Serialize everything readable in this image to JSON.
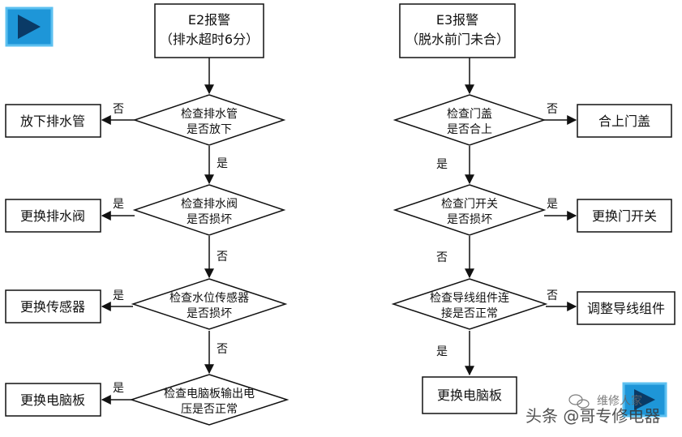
{
  "left": {
    "header": [
      "E2报警",
      "（排水超时6分）"
    ],
    "d1": [
      "检查排水管",
      "是否放下"
    ],
    "d2": [
      "检查排水阀",
      "是否损坏"
    ],
    "d3": [
      "检查水位传感器",
      "是否损坏"
    ],
    "d4": [
      "检查电脑板输出电",
      "压是否正常"
    ],
    "r1": "放下排水管",
    "r2": "更换排水阀",
    "r3": "更换传感器",
    "r4": "更换电脑板",
    "l_no1": "否",
    "l_yes1": "是",
    "l_yes2": "是",
    "l_no2": "否",
    "l_yes3": "是",
    "l_no3": "否",
    "l_yes4": "是"
  },
  "right": {
    "header": [
      "E3报警",
      "（脱水前门未合）"
    ],
    "d1": [
      "检查门盖",
      "是否合上"
    ],
    "d2": [
      "检查门开关",
      "是否损坏"
    ],
    "d3": [
      "检查导线组件连",
      "接是否正常"
    ],
    "r1": "合上门盖",
    "r2": "更换门开关",
    "r3": "调整导线组件",
    "r4": "更换电脑板",
    "l_no1": "否",
    "l_yes1": "是",
    "l_yes2": "是",
    "l_no2": "否",
    "l_no3": "否",
    "l_yes3": "是"
  },
  "watermark": {
    "line1": "维修人家",
    "line2": "头条 @哥专修电器"
  },
  "colors": {
    "play_badge": "#1e96d8",
    "play_badge_border": "#5cc0f0"
  },
  "icons": [
    "play-icon",
    "play-icon",
    "wechat-icon"
  ]
}
